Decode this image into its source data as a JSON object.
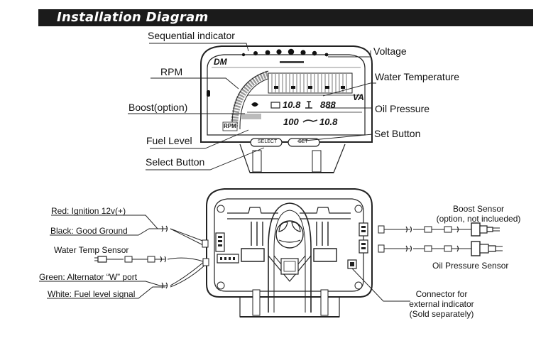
{
  "title": "Installation Diagram",
  "gauge": {
    "brand": "DM",
    "top_caption": "Sequential indicator",
    "side_text": "VA",
    "rpm_panel": "RPM",
    "readout_volt": "10.8",
    "readout_water": "888",
    "readout_fuel": "100",
    "readout_oil": "10.8",
    "btn_select": "SELECT",
    "btn_set": "SET"
  },
  "labels_top": {
    "sequential": "Sequential indicator",
    "voltage": "Voltage",
    "rpm": "RPM",
    "water_temp": "Water Temperature",
    "boost": "Boost(option)",
    "oil_pressure": "Oil Pressure",
    "fuel_level": "Fuel Level",
    "set_button": "Set Button",
    "select_button": "Select Button"
  },
  "labels_bottom": {
    "red": "Red: Ignition 12v(+)",
    "black": "Black: Good Ground",
    "water_sensor": "Water Temp Sensor",
    "green": "Green: Alternator “W” port",
    "white": "White: Fuel level signal",
    "boost_sensor_1": "Boost Sensor",
    "boost_sensor_2": "(option, not inclueded)",
    "oil_sensor": "Oil Pressure Sensor",
    "connector_1": "Connector for",
    "connector_2": "external indicator",
    "connector_3": "(Sold separately)"
  },
  "colors": {
    "title_bg": "#1b1b1b",
    "line": "#222222"
  }
}
